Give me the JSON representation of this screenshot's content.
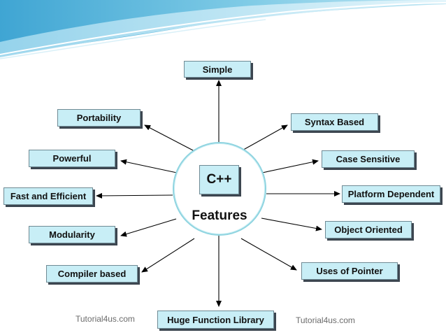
{
  "diagram": {
    "center": {
      "badge": "C++",
      "label": "Features"
    },
    "features": [
      {
        "id": "simple",
        "label": "Simple"
      },
      {
        "id": "portability",
        "label": "Portability"
      },
      {
        "id": "syntax-based",
        "label": "Syntax Based"
      },
      {
        "id": "powerful",
        "label": "Powerful"
      },
      {
        "id": "case-sensitive",
        "label": "Case Sensitive"
      },
      {
        "id": "fast-efficient",
        "label": "Fast and Efficient"
      },
      {
        "id": "platform-dependent",
        "label": "Platform Dependent"
      },
      {
        "id": "modularity",
        "label": "Modularity"
      },
      {
        "id": "object-oriented",
        "label": "Object Oriented"
      },
      {
        "id": "compiler-based",
        "label": "Compiler based"
      },
      {
        "id": "uses-of-pointer",
        "label": "Uses of Pointer"
      },
      {
        "id": "huge-function-library",
        "label": "Huge Function Library"
      }
    ],
    "watermarks": [
      "Tutorial4us.com",
      "Tutorial4us.com"
    ]
  },
  "colors": {
    "node_fill": "#c8eef6",
    "circle_border": "#8fd4e0",
    "banner_blue": "#5bb8dc",
    "arrow": "#000000"
  }
}
